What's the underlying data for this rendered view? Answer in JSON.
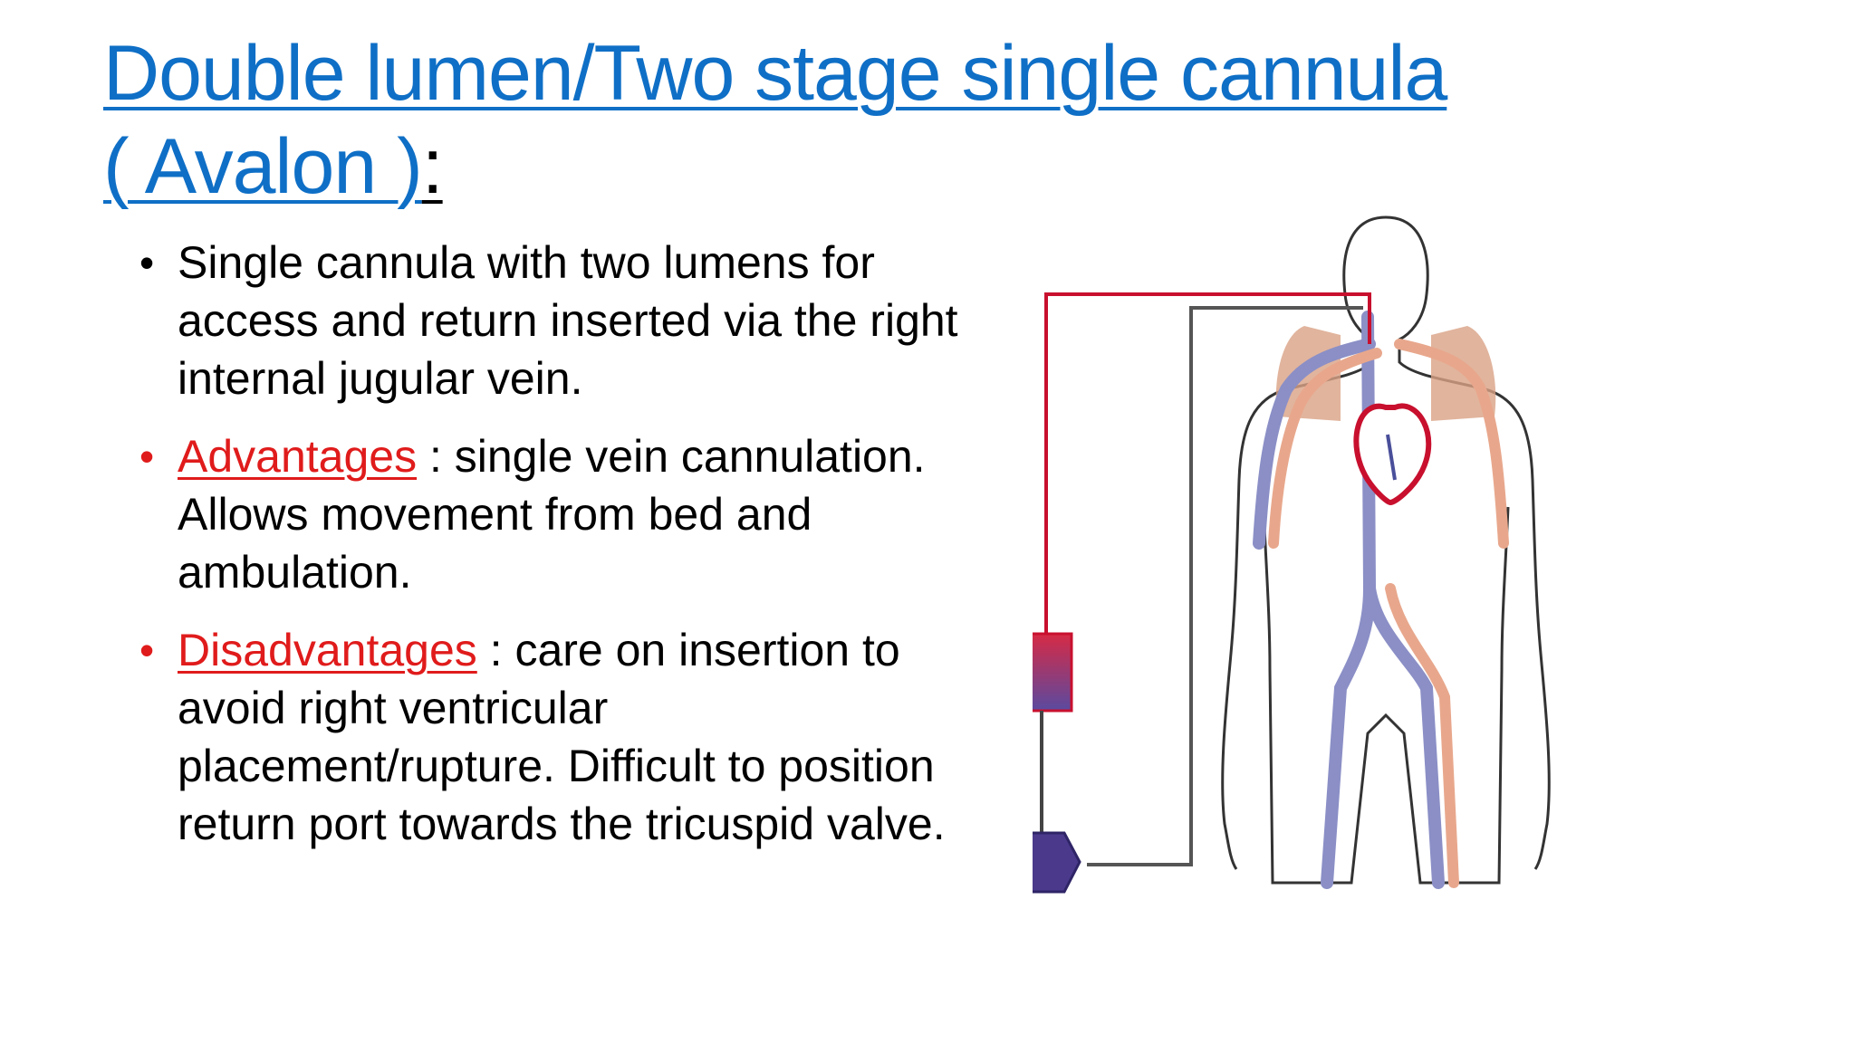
{
  "slide": {
    "title_line1": "Double lumen/Two stage single cannula",
    "title_line2": "( Avalon )",
    "title_colon": ":"
  },
  "bullets": [
    {
      "text": "Single cannula with two lumens for access and return inserted via the right internal jugular vein.",
      "bullet_color": "#000000"
    },
    {
      "label": "Advantages",
      "text": " : single vein cannulation. Allows movement from bed and ambulation.",
      "bullet_color": "#e01b1b"
    },
    {
      "label": "Disadvantages",
      "text": " : care on insertion to avoid right ventricular placement/rupture. Difficult to position return port towards the tricuspid valve.",
      "bullet_color": "#e01b1b"
    }
  ],
  "colors": {
    "title": "#0f6fc6",
    "label_red": "#e01b1b",
    "arterial": "#c8102e",
    "venous": "#4a4f9a",
    "lung": "#d9a184"
  },
  "icons": {
    "diagram": "ecmo-body-diagram"
  }
}
